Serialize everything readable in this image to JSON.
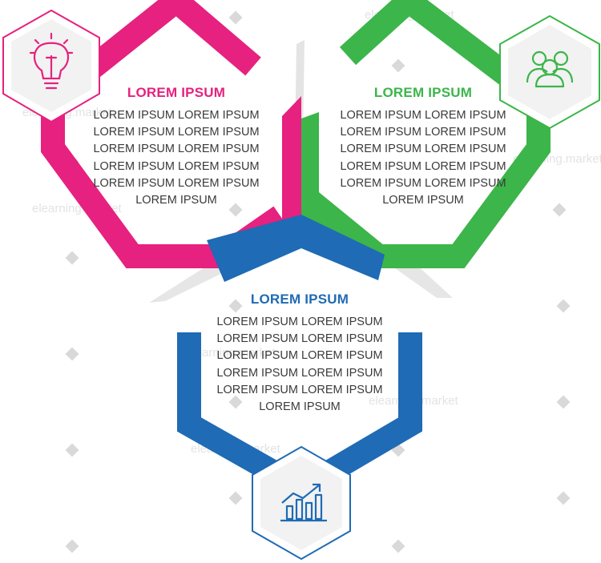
{
  "colors": {
    "pink": "#e6217f",
    "green": "#3cb54a",
    "blue": "#1f6bb5",
    "body_text": "#3a3a3a",
    "watermark": "#e3e3e3",
    "diamond": "#d9d9d9"
  },
  "watermark": {
    "text_1": "elearning.market",
    "text_2": "elearning.market",
    "text_3": "elearning.market",
    "text_4": "elearning.market",
    "text_5": "elearning.market",
    "text_6": "elearning.market",
    "text_7": "elearning.market"
  },
  "blocks": [
    {
      "id": "pink",
      "icon": "lightbulb-icon",
      "title": "LOREM IPSUM",
      "lines": [
        "LOREM IPSUM LOREM IPSUM",
        "LOREM IPSUM  LOREM IPSUM",
        "LOREM IPSUM LOREM IPSUM",
        "LOREM IPSUM  LOREM IPSUM",
        "LOREM IPSUM LOREM IPSUM",
        "LOREM IPSUM"
      ]
    },
    {
      "id": "green",
      "icon": "team-icon",
      "title": "LOREM IPSUM",
      "lines": [
        "LOREM IPSUM LOREM IPSUM",
        "LOREM IPSUM  LOREM IPSUM",
        "LOREM IPSUM LOREM IPSUM",
        "LOREM IPSUM  LOREM IPSUM",
        "LOREM IPSUM LOREM IPSUM",
        "LOREM IPSUM"
      ]
    },
    {
      "id": "blue",
      "icon": "growth-chart-icon",
      "title": "LOREM IPSUM",
      "lines": [
        "LOREM IPSUM LOREM IPSUM",
        "LOREM IPSUM  LOREM IPSUM",
        "LOREM IPSUM LOREM IPSUM",
        "LOREM IPSUM  LOREM IPSUM",
        "LOREM IPSUM LOREM IPSUM",
        "LOREM IPSUM"
      ]
    }
  ]
}
